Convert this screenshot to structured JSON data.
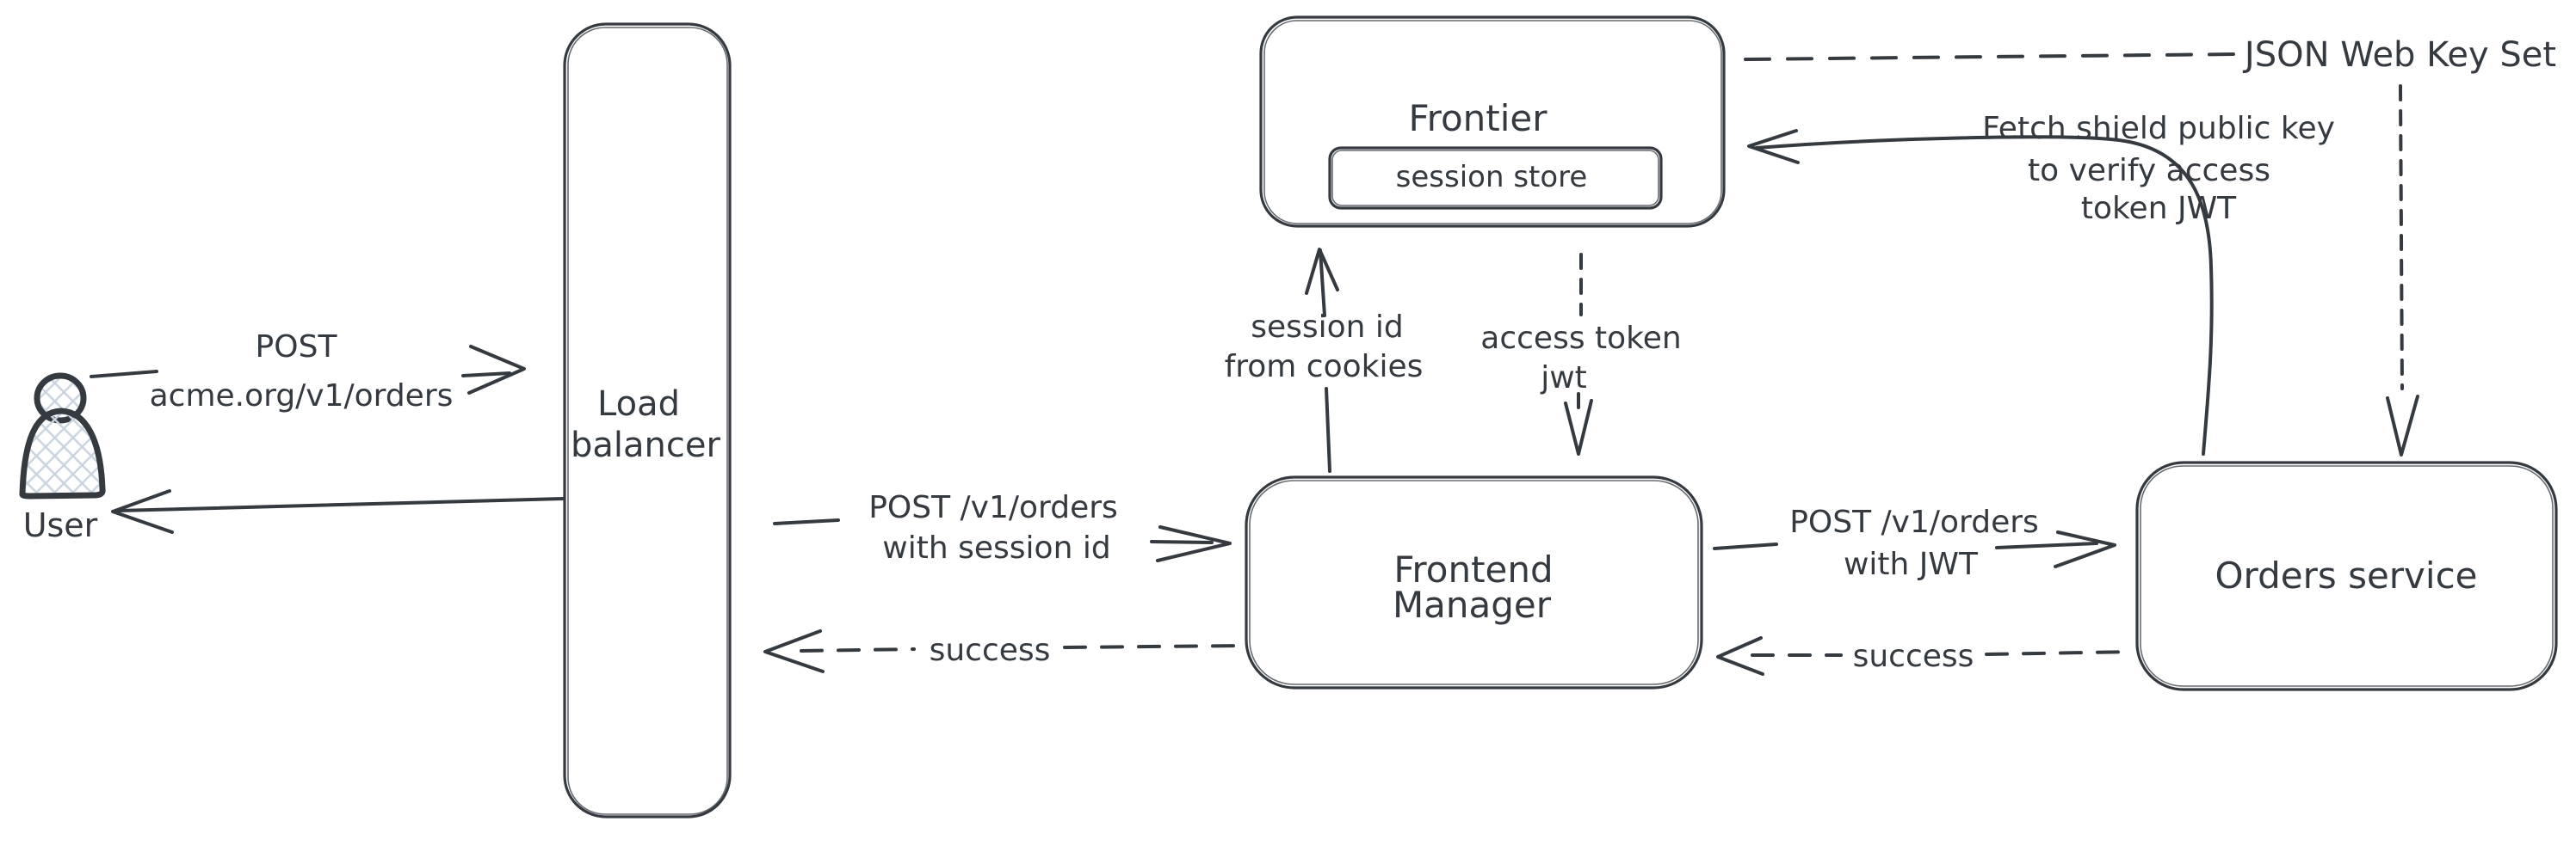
{
  "colors": {
    "stroke": "#343a40",
    "hatch": "#c9d4e0",
    "background": "#ffffff"
  },
  "nodes": {
    "user": {
      "label": "User"
    },
    "load_balancer": {
      "lines": [
        "Load",
        "balancer"
      ]
    },
    "frontier": {
      "label": "Frontier",
      "session_store_label": "session store"
    },
    "frontend_manager": {
      "lines": [
        "Frontend",
        "Manager"
      ]
    },
    "orders_service": {
      "label": "Orders service"
    }
  },
  "edges": {
    "user_to_lb": {
      "lines": [
        "POST",
        "acme.org/v1/orders"
      ]
    },
    "lb_to_fm": {
      "lines": [
        "POST /v1/orders",
        "with session id"
      ]
    },
    "fm_to_lb": {
      "label": "success"
    },
    "fm_to_frontier": {
      "lines": [
        "session id",
        "from cookies"
      ]
    },
    "frontier_to_fm": {
      "lines": [
        "access token",
        "jwt"
      ]
    },
    "fm_to_orders": {
      "lines": [
        "POST /v1/orders",
        "with JWT"
      ]
    },
    "orders_to_fm": {
      "label": "success"
    },
    "orders_to_frontier": {
      "lines": [
        "Fetch shield public key",
        "to verify access",
        "token JWT"
      ]
    },
    "jwks": {
      "label": "JSON Web Key Set"
    }
  }
}
